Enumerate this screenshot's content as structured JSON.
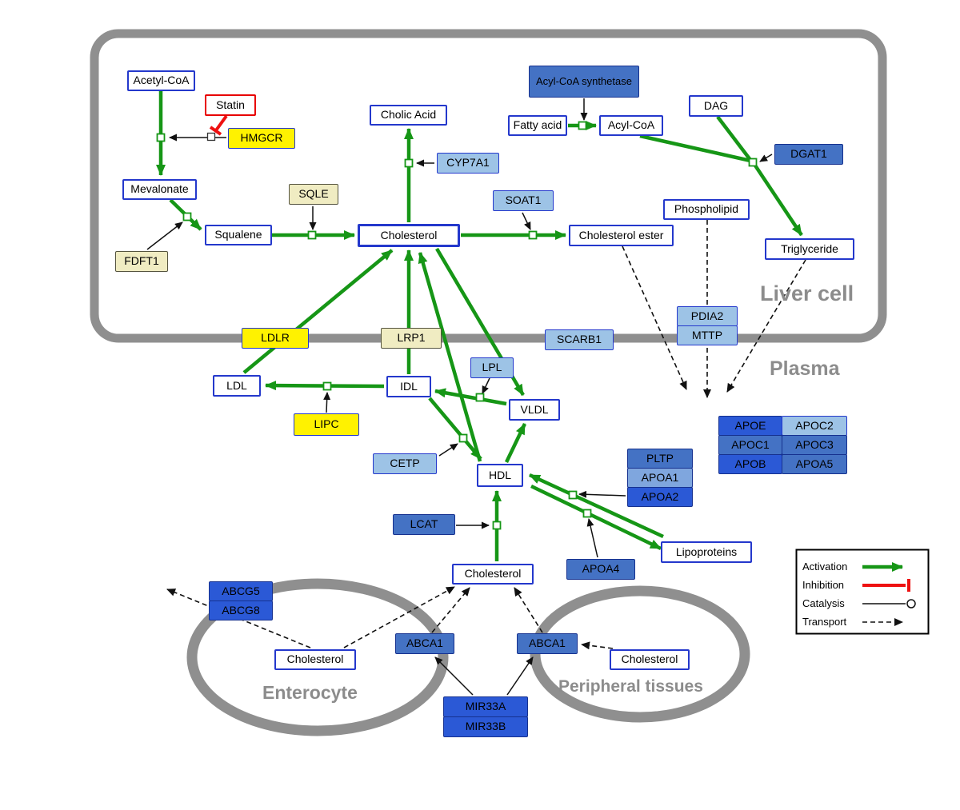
{
  "compartments": {
    "liver": "Liver cell",
    "plasma": "Plasma",
    "enterocyte": "Enterocyte",
    "peripheral": "Peripheral tissues"
  },
  "nodes": {
    "acetyl_coa": "Acetyl-CoA",
    "statin": "Statin",
    "hmgcr": "HMGCR",
    "mevalonate": "Mevalonate",
    "fdft1": "FDFT1",
    "squalene": "Squalene",
    "sqle": "SQLE",
    "cholesterol_liver": "Cholesterol",
    "cholic_acid": "Cholic Acid",
    "cyp7a1": "CYP7A1",
    "soat1": "SOAT1",
    "cholesterol_ester": "Cholesterol ester",
    "acyl_coa_synthetase": "Acyl-CoA synthetase",
    "fatty_acid": "Fatty acid",
    "acyl_coa": "Acyl-CoA",
    "dag": "DAG",
    "dgat1": "DGAT1",
    "phospholipid": "Phospholipid",
    "triglyceride": "Triglyceride",
    "pdia2": "PDIA2",
    "mttp": "MTTP",
    "ldlr": "LDLR",
    "lrp1": "LRP1",
    "scarb1": "SCARB1",
    "ldl": "LDL",
    "idl": "IDL",
    "lpl": "LPL",
    "vldl": "VLDL",
    "lipc": "LIPC",
    "cetp": "CETP",
    "hdl": "HDL",
    "lcat": "LCAT",
    "pltp": "PLTP",
    "apoa1": "APOA1",
    "apoa2": "APOA2",
    "apoa4": "APOA4",
    "lipoproteins": "Lipoproteins",
    "apoe": "APOE",
    "apoc2": "APOC2",
    "apoc1": "APOC1",
    "apoc3": "APOC3",
    "apob": "APOB",
    "apoa5": "APOA5",
    "cholesterol_plasma": "Cholesterol",
    "abcg5": "ABCG5",
    "abcg8": "ABCG8",
    "abca1_enterocyte": "ABCA1",
    "abca1_peripheral": "ABCA1",
    "cholesterol_enterocyte": "Cholesterol",
    "cholesterol_peripheral": "Cholesterol",
    "mir33a": "MIR33A",
    "mir33b": "MIR33B"
  },
  "legend": {
    "activation": "Activation",
    "inhibition": "Inhibition",
    "catalysis": "Catalysis",
    "transport": "Transport"
  },
  "colors": {
    "activation_green": "#169616",
    "inhibition_red": "#EE1111",
    "membrane_gray": "#8F8F8F",
    "metabolite_border": "#2438CC",
    "gene_yellow": "#FFF200",
    "gene_cream": "#F0ECC2",
    "gene_blue_light": "#9DC3E6",
    "gene_blue_mid": "#4472C4",
    "gene_blue_dark": "#2B59D6"
  }
}
